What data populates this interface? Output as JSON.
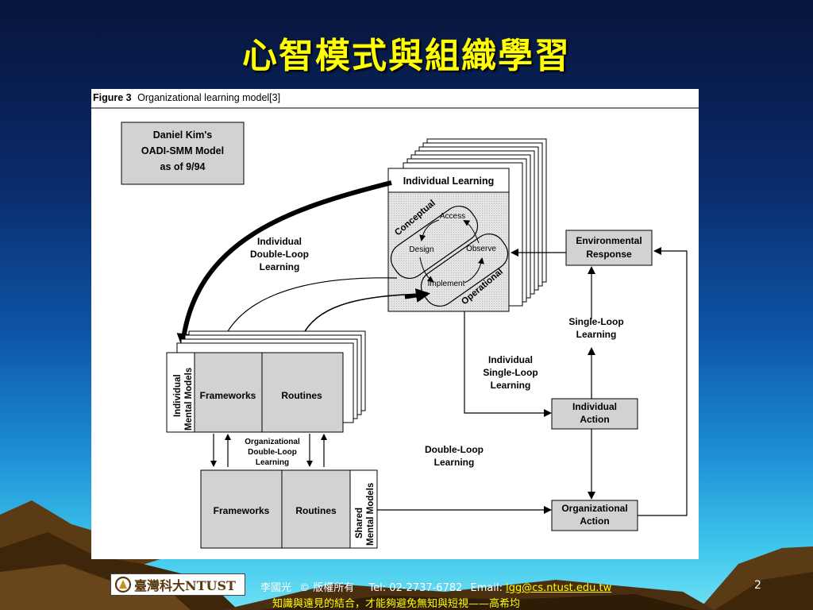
{
  "slide": {
    "title": "心智模式與組織學習",
    "page_number": "2"
  },
  "figure": {
    "caption_bold": "Figure 3",
    "caption_rest": "Organizational learning model[3]",
    "kim_box": [
      "Daniel Kim's",
      "OADI-SMM Model",
      "as of 9/94"
    ],
    "individual_learning_label": "Individual Learning",
    "conceptual_label": "Conceptual",
    "operational_label": "Operational",
    "cycle": {
      "access": "Access",
      "design": "Design",
      "observe": "Observe",
      "implement": "Implement"
    },
    "individual_double_loop": [
      "Individual",
      "Double-Loop",
      "Learning"
    ],
    "environmental_response": [
      "Environmental",
      "Response"
    ],
    "single_loop": [
      "Single-Loop",
      "Learning"
    ],
    "individual_single_loop": [
      "Individual",
      "Single-Loop",
      "Learning"
    ],
    "individual_action": [
      "Individual",
      "Action"
    ],
    "individual_mental_models": [
      "Individual",
      "Mental Models"
    ],
    "frameworks": "Frameworks",
    "routines": "Routines",
    "org_double_loop": [
      "Organizational",
      "Double-Loop",
      "Learning"
    ],
    "double_loop": [
      "Double-Loop",
      "Learning"
    ],
    "shared_mental_models": [
      "Shared",
      "Mental Models"
    ],
    "organizational_action": [
      "Organizational",
      "Action"
    ]
  },
  "footer": {
    "logo_text": "臺灣科大NTUST",
    "author": "李國光",
    "copyright": "© 版權所有",
    "tel": "Tel: 02-2737-6782",
    "email_label": "Email:",
    "email": "lgg@cs.ntust.edu.tw",
    "quote": "知識與遠見的結合，才能夠避免無知與短視——高希均"
  },
  "colors": {
    "title": "#ffff00",
    "box_fill": "#d6d6d6",
    "footer_link": "#ffff00"
  }
}
